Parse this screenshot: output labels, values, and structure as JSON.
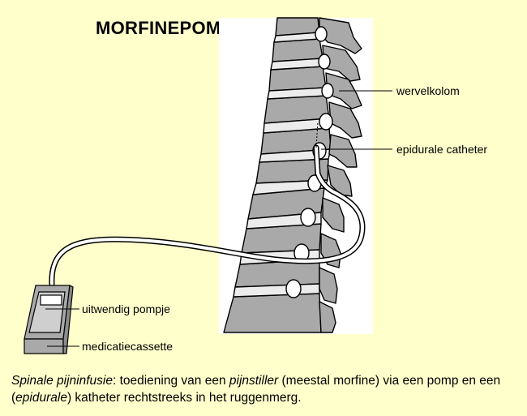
{
  "title": "MORFINEPOMP",
  "labels": {
    "spine": "wervelkolom",
    "catheter": "epidurale catheter",
    "pump": "uitwendig pompje",
    "cassette": "medicatiecassette"
  },
  "caption": {
    "part1_italic": "Spinale pijninfusie",
    "part2": ": toediening van een ",
    "part3_italic": "pijnstiller",
    "part4": " (meestal morfine) via een pomp en een (",
    "part5_italic": "epidurale",
    "part6": ") katheter rechtstreeks in het ruggenmerg."
  },
  "colors": {
    "background": "#ffffcc",
    "bone": "#a9a9a9",
    "disc": "#ececec",
    "outline": "#000000"
  }
}
